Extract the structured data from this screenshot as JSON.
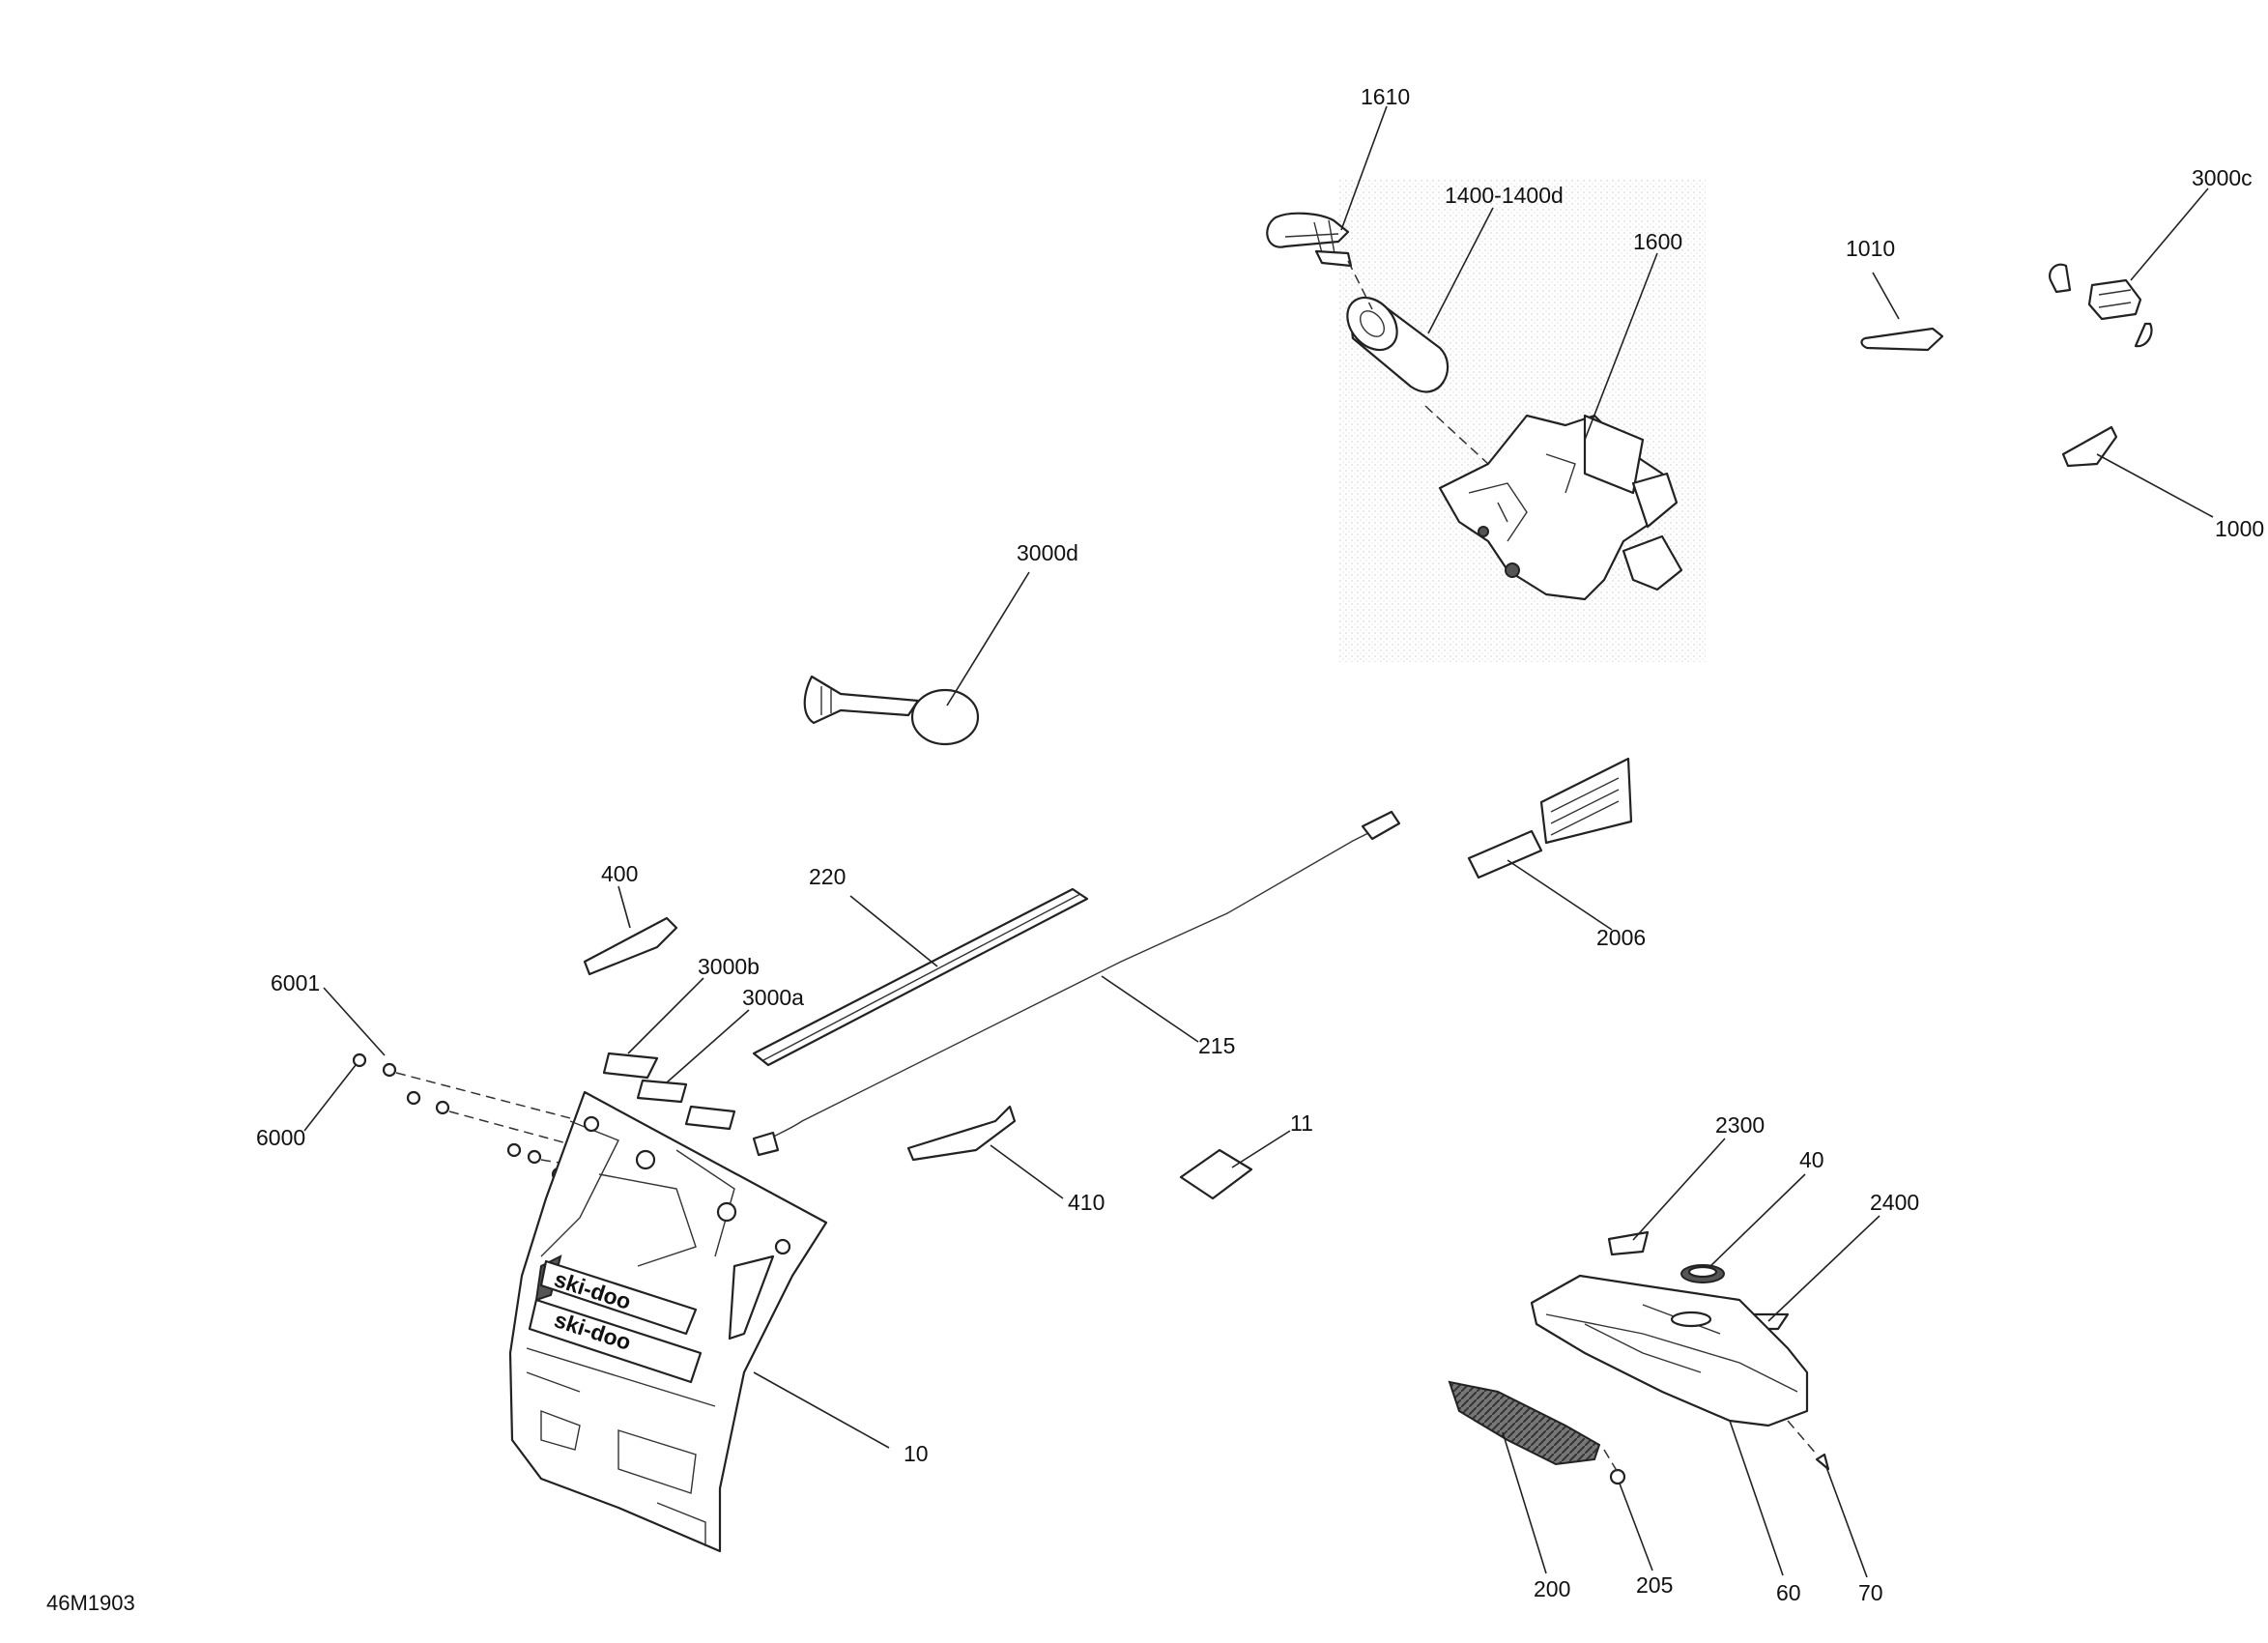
{
  "figure_ref": "46M1903",
  "callouts": {
    "c1610": "1610",
    "c1400": "1400-1400d",
    "c1600": "1600",
    "c1010": "1010",
    "c3000c": "3000c",
    "c1000": "1000",
    "c3000d": "3000d",
    "c400": "400",
    "c220": "220",
    "c2006": "2006",
    "c6001": "6001",
    "c3000b": "3000b",
    "c3000a": "3000a",
    "c215": "215",
    "c6000": "6000",
    "c11": "11",
    "c410": "410",
    "c2300": "2300",
    "c40": "40",
    "c2400": "2400",
    "c10": "10",
    "c200": "200",
    "c205": "205",
    "c60": "60",
    "c70": "70"
  },
  "logo_text": "ski-doo"
}
